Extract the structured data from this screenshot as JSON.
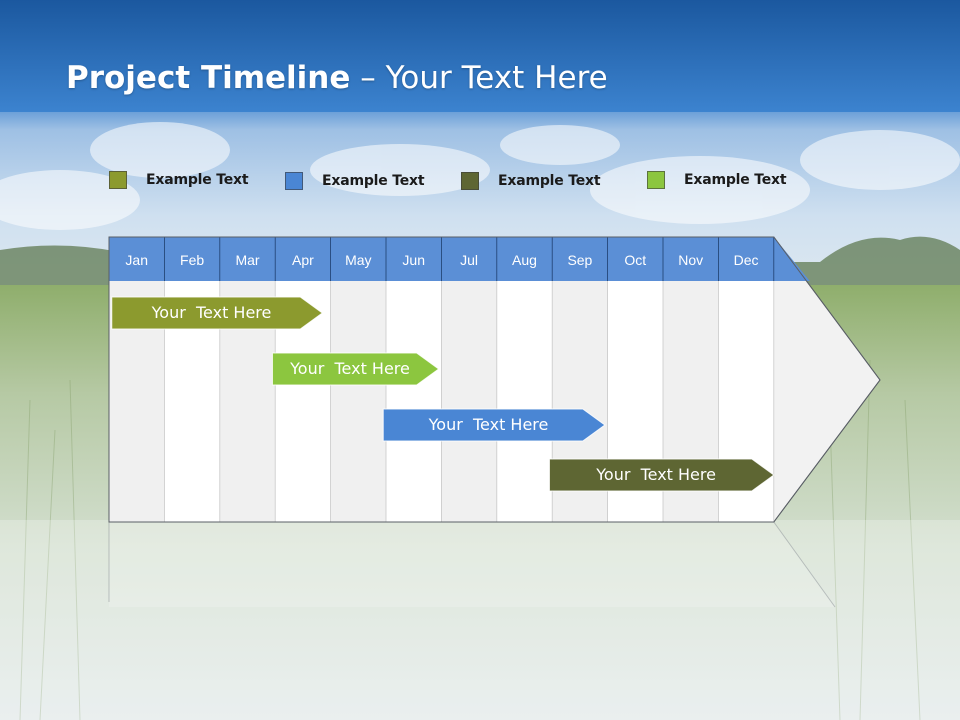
{
  "slide": {
    "title_bold": "Project Timeline",
    "title_rest": " – Your Text Here"
  },
  "legend": [
    {
      "label": "Example Text",
      "color": "#8c9a2e"
    },
    {
      "label": "Example Text",
      "color": "#4a86d4"
    },
    {
      "label": "Example Text",
      "color": "#5e6633"
    },
    {
      "label": "Example Text",
      "color": "#8cc63f"
    }
  ],
  "timeline": {
    "months": [
      "Jan",
      "Feb",
      "Mar",
      "Apr",
      "May",
      "Jun",
      "Jul",
      "Aug",
      "Sep",
      "Oct",
      "Nov",
      "Dec"
    ],
    "header_color": "#5b8fd6",
    "bars": [
      {
        "label": "Your  Text Here",
        "start_month": 0.05,
        "end_month": 3.85,
        "color": "#8c9a2e"
      },
      {
        "label": "Your  Text Here",
        "start_month": 2.95,
        "end_month": 5.95,
        "color": "#8cc63f"
      },
      {
        "label": "Your  Text Here",
        "start_month": 4.95,
        "end_month": 8.95,
        "color": "#4a86d4"
      },
      {
        "label": "Your  Text Here",
        "start_month": 7.95,
        "end_month": 12.0,
        "color": "#5e6633"
      }
    ]
  }
}
